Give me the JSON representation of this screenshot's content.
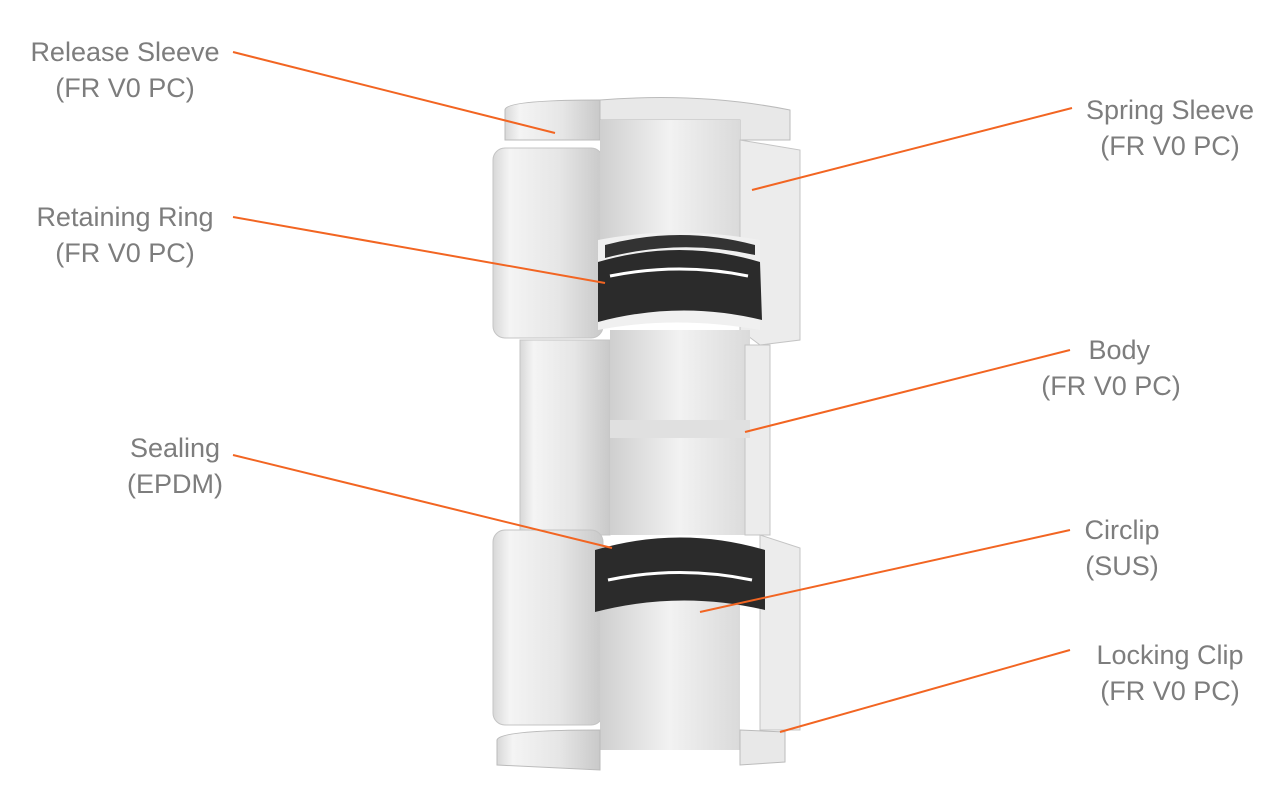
{
  "colors": {
    "leader": "#f26522",
    "text": "#7d7d7d",
    "seal": "#2b2b2b"
  },
  "labels": {
    "release_sleeve": {
      "name": "Release Sleeve",
      "material": "(FR V0 PC)"
    },
    "retaining_ring": {
      "name": "Retaining Ring",
      "material": "(FR V0 PC)"
    },
    "sealing": {
      "name": "Sealing",
      "material": "(EPDM)"
    },
    "spring_sleeve": {
      "name": "Spring Sleeve",
      "material": "(FR V0 PC)"
    },
    "body": {
      "name": "Body",
      "material": "(FR V0 PC)"
    },
    "circlip": {
      "name": "Circlip",
      "material": "(SUS)"
    },
    "locking_clip": {
      "name": "Locking Clip",
      "material": "(FR V0 PC)"
    }
  }
}
